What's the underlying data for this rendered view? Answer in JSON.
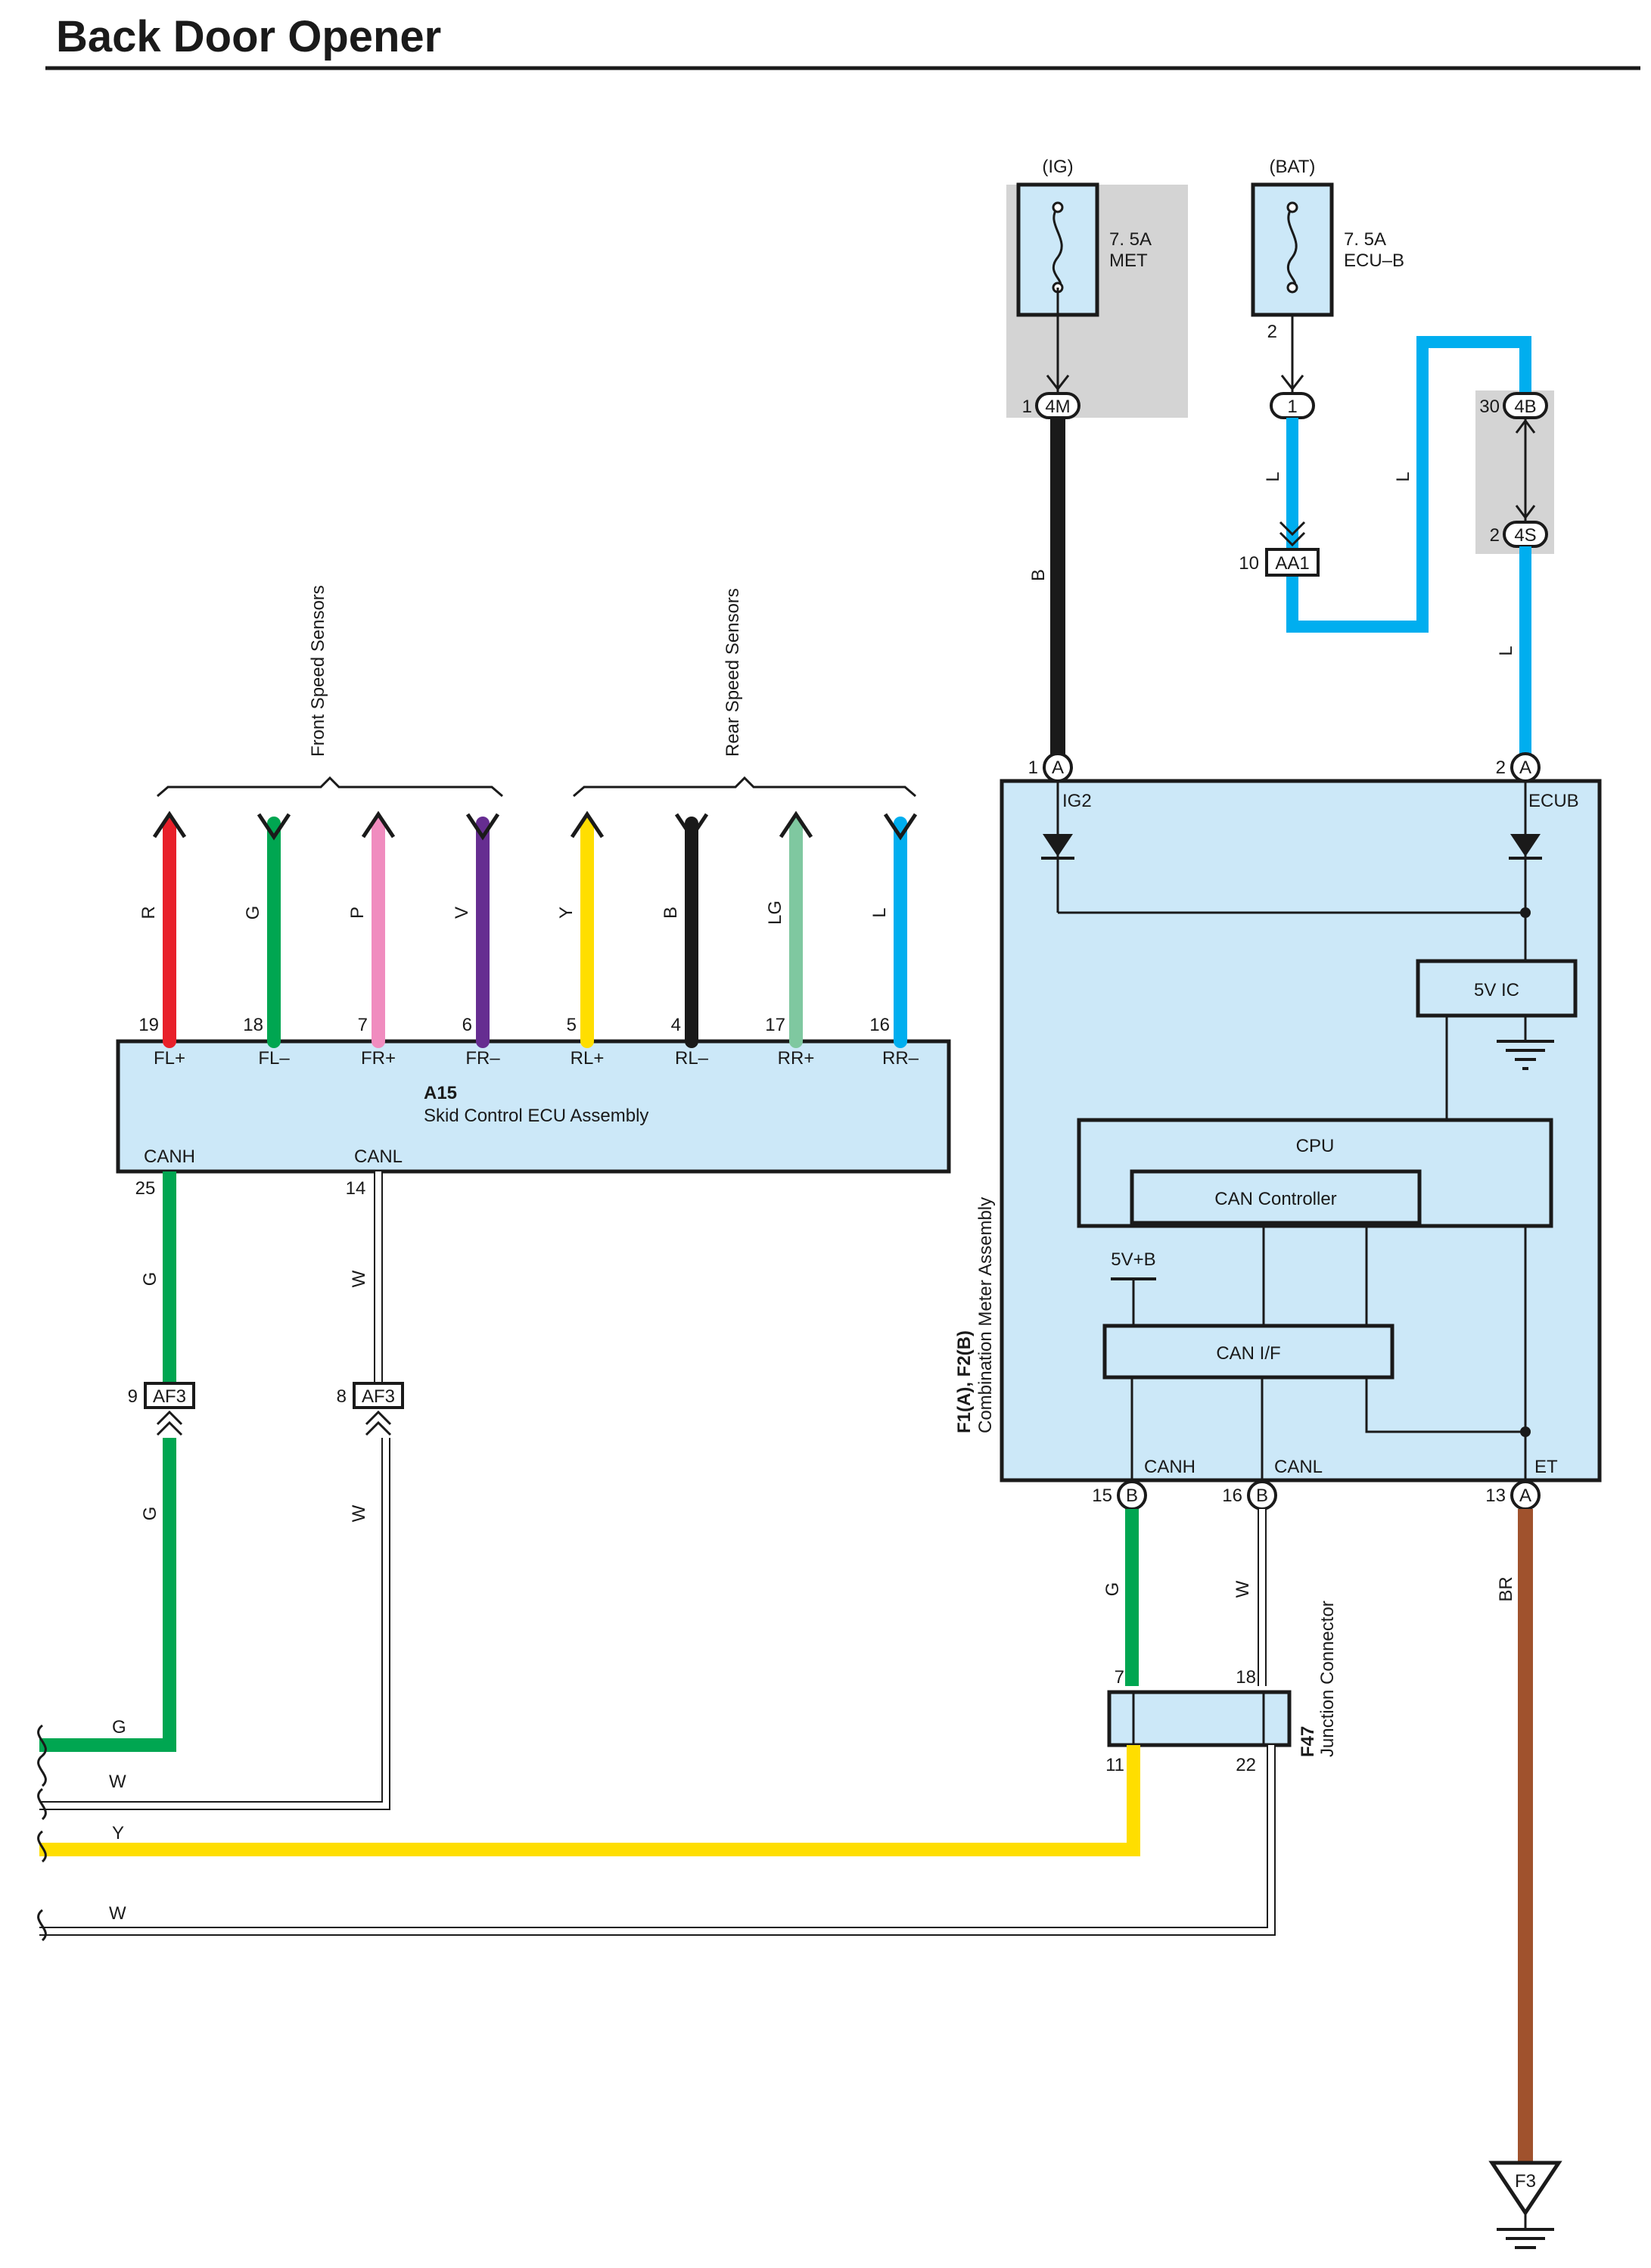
{
  "title": "Back Door Opener",
  "colors": {
    "R": "#e8202a",
    "G": "#00a651",
    "P": "#f08cbf",
    "V": "#662d91",
    "Y": "#ffde00",
    "B": "#1a1a1a",
    "LG": "#7fc8a0",
    "L": "#00aeef",
    "BR": "#a0522d",
    "W": "#ffffff",
    "box": "#cce8f8",
    "shade": "#d4d4d4"
  },
  "power": {
    "ig": {
      "label": "(IG)",
      "rating": "7. 5A",
      "name": "MET",
      "connector": "4M",
      "pin": "1",
      "wire": "B"
    },
    "bat": {
      "label": "(BAT)",
      "rating": "7. 5A",
      "name": "ECU–B",
      "pin_out": "2",
      "connector": "1",
      "wire": "L"
    },
    "aa1": {
      "name": "AA1",
      "pin": "10"
    },
    "w4b": {
      "name": "4B",
      "pin": "30",
      "wire": "L"
    },
    "w4s": {
      "name": "4S",
      "pin": "2",
      "wire": "L"
    }
  },
  "ecu": {
    "code": "A15",
    "name": "Skid Control ECU Assembly",
    "front_group": "Front Speed Sensors",
    "rear_group": "Rear Speed Sensors",
    "pins": [
      {
        "pin": "19",
        "name": "FL+",
        "wire": "R"
      },
      {
        "pin": "18",
        "name": "FL–",
        "wire": "G"
      },
      {
        "pin": "7",
        "name": "FR+",
        "wire": "P"
      },
      {
        "pin": "6",
        "name": "FR–",
        "wire": "V"
      },
      {
        "pin": "5",
        "name": "RL+",
        "wire": "Y"
      },
      {
        "pin": "4",
        "name": "RL–",
        "wire": "B"
      },
      {
        "pin": "17",
        "name": "RR+",
        "wire": "LG"
      },
      {
        "pin": "16",
        "name": "RR–",
        "wire": "L"
      }
    ],
    "canh": {
      "name": "CANH",
      "pin": "25",
      "wire": "G"
    },
    "canl": {
      "name": "CANL",
      "pin": "14",
      "wire": "W"
    }
  },
  "af3": [
    {
      "name": "AF3",
      "pin": "9",
      "wire": "G"
    },
    {
      "name": "AF3",
      "pin": "8",
      "wire": "W"
    }
  ],
  "meter": {
    "code": "F1(A), F2(B)",
    "name": "Combination Meter Assembly",
    "ig2": {
      "name": "IG2",
      "pin": "1",
      "conn": "A"
    },
    "ecub": {
      "name": "ECUB",
      "pin": "2",
      "conn": "A"
    },
    "ic": "5V IC",
    "cpu": "CPU",
    "can_controller": "CAN Controller",
    "supply": "5V+B",
    "can_if": "CAN I/F",
    "canh": {
      "name": "CANH",
      "pin": "15",
      "conn": "B",
      "wire": "G"
    },
    "canl": {
      "name": "CANL",
      "pin": "16",
      "conn": "B",
      "wire": "W"
    },
    "et": {
      "name": "ET",
      "pin": "13",
      "conn": "A",
      "wire": "BR"
    }
  },
  "junction": {
    "code": "F47",
    "name": "Junction Connector",
    "pins": {
      "tl": "7",
      "tr": "18",
      "bl": "11",
      "br": "22"
    }
  },
  "ground": {
    "name": "F3"
  },
  "left_wires": [
    "G",
    "W",
    "Y",
    "W"
  ]
}
